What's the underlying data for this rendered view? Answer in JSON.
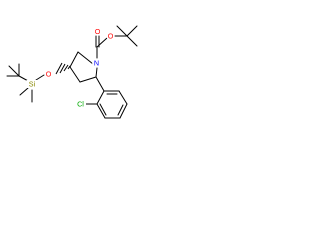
{
  "molecule": {
    "atom_labels": {
      "oxygen_carbonyl": "O",
      "oxygen_ester": "O",
      "nitrogen": "N",
      "oxygen_silyl": "O",
      "silicon": "Si",
      "chlorine": "Cl"
    },
    "colors": {
      "bond": "#000000",
      "oxygen": "#ff0000",
      "nitrogen": "#0000ff",
      "silicon": "#888800",
      "chlorine": "#00aa00"
    }
  }
}
